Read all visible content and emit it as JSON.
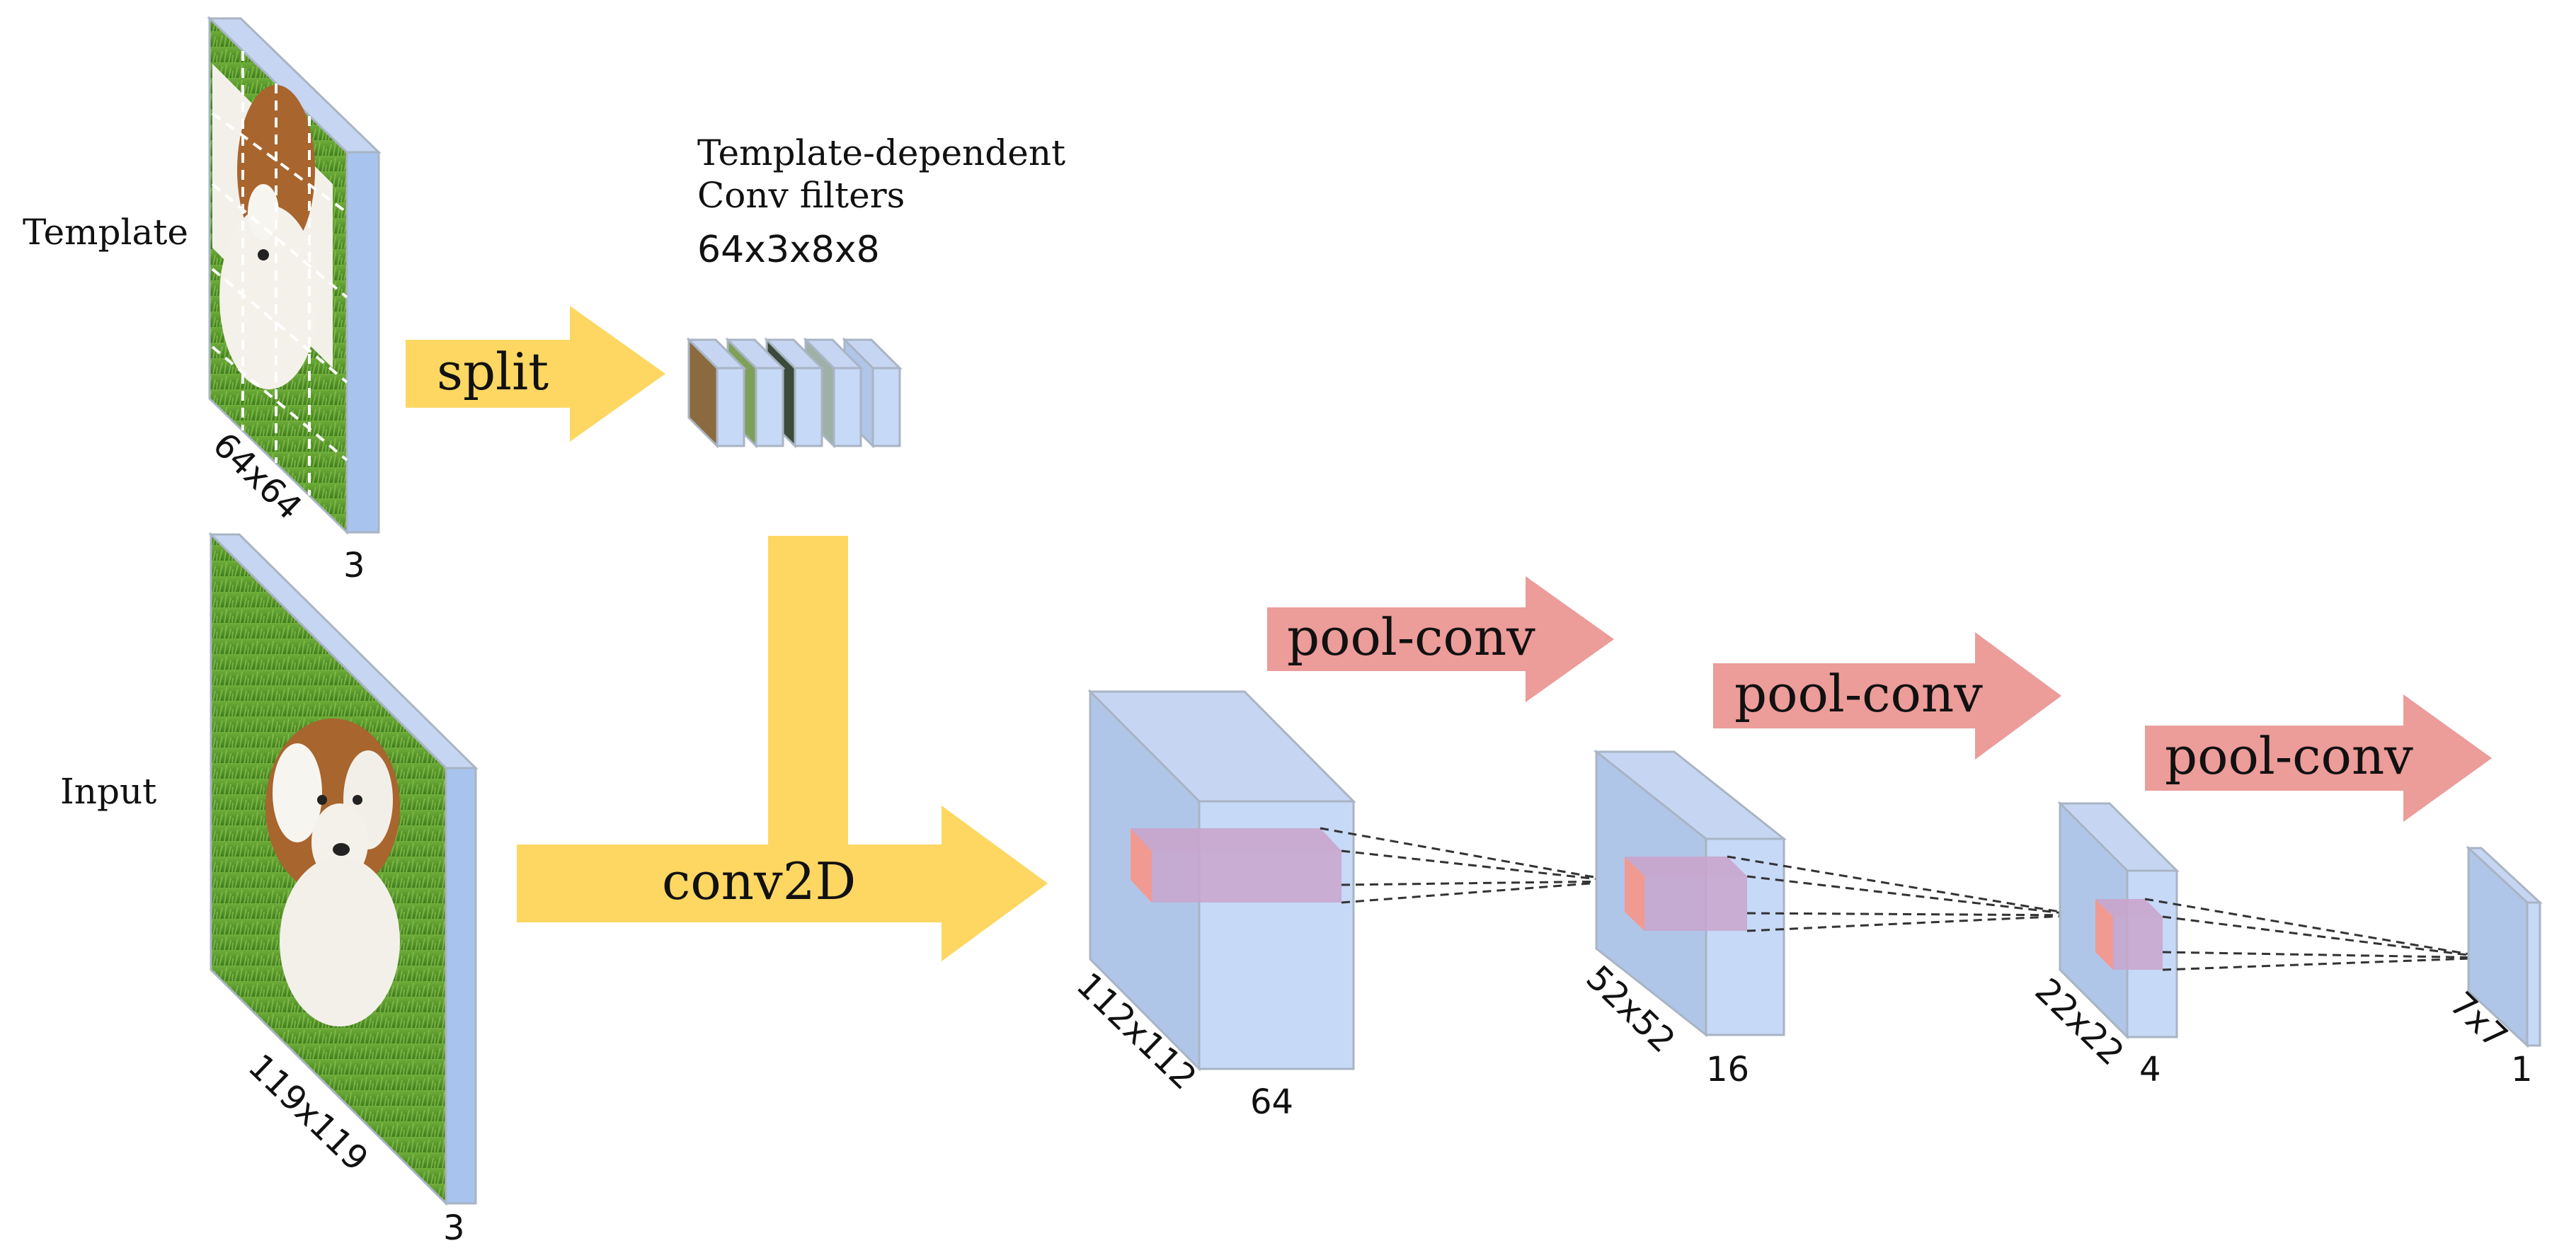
{
  "labels": {
    "template": "Template",
    "input": "Input",
    "filters_line1": "Template-dependent",
    "filters_line2": "Conv filters",
    "filters_shape": "64x3x8x8"
  },
  "arrows": {
    "split": "split",
    "conv2d": "conv2D",
    "pool_conv": [
      "pool-conv",
      "pool-conv",
      "pool-conv"
    ]
  },
  "volumes": {
    "template": {
      "size": "64x64",
      "channels": "3"
    },
    "input": {
      "size": "119x119",
      "channels": "3"
    },
    "layers": [
      {
        "size": "112x112",
        "channels": "64"
      },
      {
        "size": "52x52",
        "channels": "16"
      },
      {
        "size": "22x22",
        "channels": "4"
      },
      {
        "size": "7x7",
        "channels": "1"
      }
    ]
  },
  "colors": {
    "volume_face": "#c6d9f7",
    "volume_side": "#b0c6e8",
    "volume_edge": "#a9b4c4",
    "channel_strip": "#a8c4ee",
    "arrow_yellow": "#fdd762",
    "arrow_red": "#ec9c99",
    "receptive_block_front": "#f19a91",
    "receptive_block_top": "#c9a4cc",
    "grass": "#5c9a2c",
    "dog_fur": "#a8652e"
  }
}
